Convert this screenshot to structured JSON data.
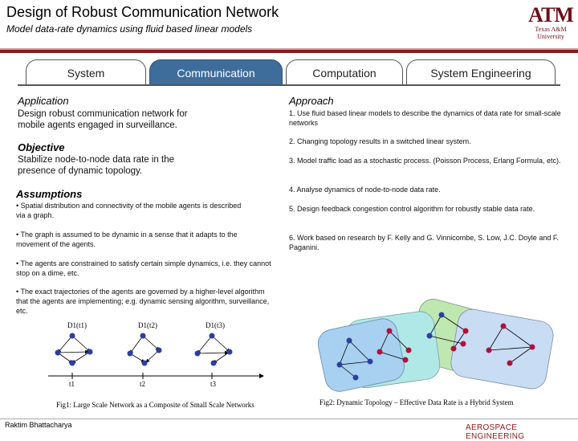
{
  "header": {
    "title": "Design of Robust Communication Network",
    "subtitle": "Model data-rate dynamics using fluid based linear models",
    "logo_mark": "ATM",
    "logo_line1": "Texas A&M",
    "logo_line2": "University"
  },
  "tabs": [
    {
      "label": "System"
    },
    {
      "label": "Communication"
    },
    {
      "label": "Computation"
    },
    {
      "label": "System Engineering"
    }
  ],
  "left": {
    "application_heading": "Application",
    "application_text": "Design robust communication network for mobile agents engaged in surveillance.",
    "objective_heading": "Objective",
    "objective_text": "Stabilize node-to-node data rate in the presence of dynamic topology.",
    "assumptions_heading": "Assumptions",
    "assumptions": [
      "• Spatial distribution and connectivity of the mobile agents is described via a graph.",
      "• The graph is assumed to be dynamic in a sense that it adapts to the movement of the agents.",
      "• The agents are constrained to satisfy certain simple dynamics, i.e. they cannot stop on a dime, etc.",
      "• The exact trajectories of the agents are governed by a higher-level algorithm that the agents are implementing; e.g. dynamic sensing algorithm, surveillance, etc."
    ]
  },
  "approach": {
    "heading": "Approach",
    "steps": [
      "1. Use fluid based linear models to describe the dynamics of data rate for small-scale networks",
      "2. Changing topology results in a switched linear system.",
      "3. Model traffic load as a stochastic process. (Poisson Process, Erlang Formula, etc).",
      "4. Analyse dynamics of node-to-node data rate.",
      "5. Design feedback congestion control algorithm for robustly stable data rate.",
      "6. Work based on research by F. Kelly and G. Vinnicombe, S. Low, J.C. Doyle and F. Paganini."
    ]
  },
  "fig1": {
    "labels": [
      "D1(t1)",
      "D1(t2)",
      "D1(t3)"
    ],
    "times": [
      "t1",
      "t2",
      "t3"
    ],
    "caption": "Fig1: Large Scale Network as a Composite of Small Scale Networks"
  },
  "fig2": {
    "caption": "Fig2: Dynamic Topology – Effective Data Rate is a Hybrid System"
  },
  "footer": {
    "author": "Raktim Bhattacharya",
    "department": "AEROSPACE ENGINEERING"
  },
  "colors": {
    "tab_active": "#3e6d9c",
    "header_rule": "#8b1a1a",
    "node_blue": "#2d3ea0",
    "node_red": "#b0103a",
    "blob_blue": "#a8d0f0",
    "blob_cyan": "#b0e8e8",
    "blob_green": "#bfe8b0"
  }
}
